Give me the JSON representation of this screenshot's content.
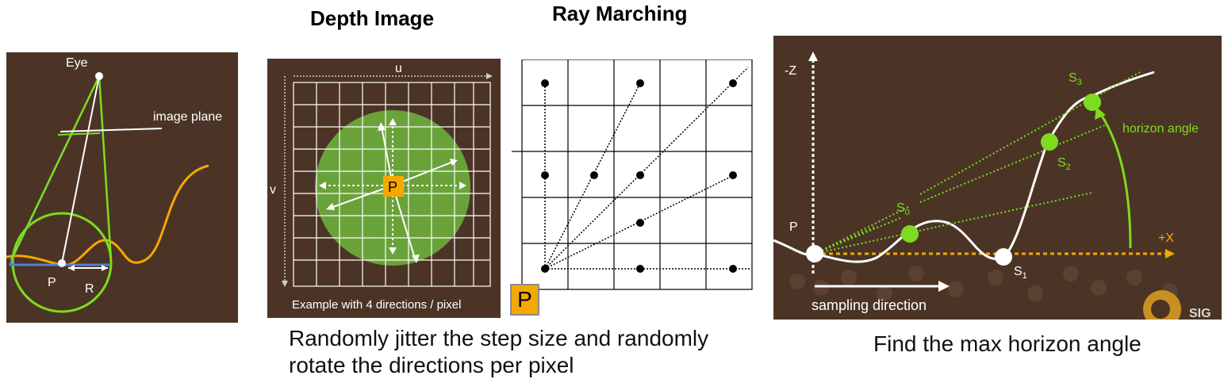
{
  "titles": {
    "depth_image": "Depth Image",
    "ray_marching": "Ray Marching"
  },
  "panel_eye": {
    "eye_label": "Eye",
    "image_plane_label": "image plane",
    "p_label": "P",
    "r_label": "R"
  },
  "panel_depth": {
    "u_label": "u",
    "v_label": "v",
    "p_label": "P",
    "footer": "Example with 4 directions / pixel"
  },
  "panel_ray": {
    "p_label": "P"
  },
  "panel_horizon": {
    "z_label": "-Z",
    "x_label": "+X",
    "p_label": "P",
    "s0": "S",
    "s0_sub": "0",
    "s1": "S",
    "s1_sub": "1",
    "s2": "S",
    "s2_sub": "2",
    "s3": "S",
    "s3_sub": "3",
    "horizon_label": "horizon angle",
    "sampling_label": "sampling direction",
    "logo_text": "SIG"
  },
  "captions": {
    "left_line1": "Randomly jitter the step size and randomly",
    "left_line2": "rotate the directions per pixel",
    "right": "Find the max horizon angle"
  },
  "colors": {
    "panel_bg": "#4b3426",
    "green": "#7ddc1f",
    "orange": "#f5a800",
    "blue": "#4f7fd0"
  }
}
